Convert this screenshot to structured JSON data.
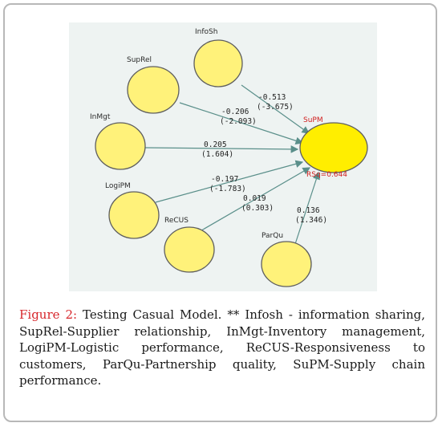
{
  "diagram": {
    "nodes": {
      "infosh": "InfoSh",
      "suprel": "SupRel",
      "inmgt": "InMgt",
      "logipm": "LogiPM",
      "recus": "ReCUS",
      "parqu": "ParQu",
      "supm": "SuPM"
    },
    "target_rsq": "RSq=0.644",
    "paths": [
      {
        "from": "InfoSh",
        "coef": "-0.513",
        "t": "(-3.675)"
      },
      {
        "from": "SupRel",
        "coef": "-0.206",
        "t": "(-2.093)"
      },
      {
        "from": "InMgt",
        "coef": "0.205",
        "t": "(1.604)"
      },
      {
        "from": "LogiPM",
        "coef": "-0.197",
        "t": "(-1.783)"
      },
      {
        "from": "ReCUS",
        "coef": "0.019",
        "t": "(0.303)"
      },
      {
        "from": "ParQu",
        "coef": "0.136",
        "t": "(1.346)"
      }
    ],
    "colors": {
      "node_fill": "#fff27a",
      "target_fill": "#ffee00",
      "arrow": "#5a8f8a",
      "panel": "#eef3f2"
    }
  },
  "caption": {
    "label": "Figure 2:",
    "text": " Testing Casual Model. ** Infosh - information sharing, SupRel-Supplier relationship, InMgt-Inventory management, LogiPM-Logistic performance, ReCUS-Responsiveness to customers, ParQu-Partnership quality, SuPM-Supply chain performance."
  }
}
